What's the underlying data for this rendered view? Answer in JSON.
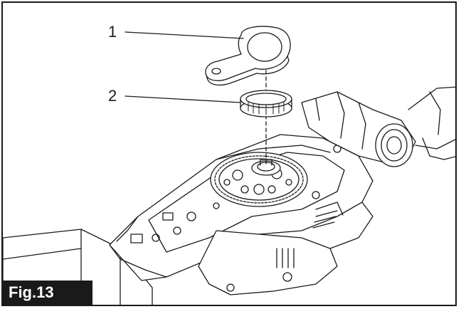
{
  "figure": {
    "label": "Fig.13"
  },
  "callouts": [
    {
      "number": "1",
      "part": "wrench"
    },
    {
      "number": "2",
      "part": "bearing-ring"
    }
  ],
  "colors": {
    "line": "#1a1a1a",
    "badge_bg": "#1a1a1a",
    "badge_text": "#ffffff",
    "background": "#ffffff"
  }
}
